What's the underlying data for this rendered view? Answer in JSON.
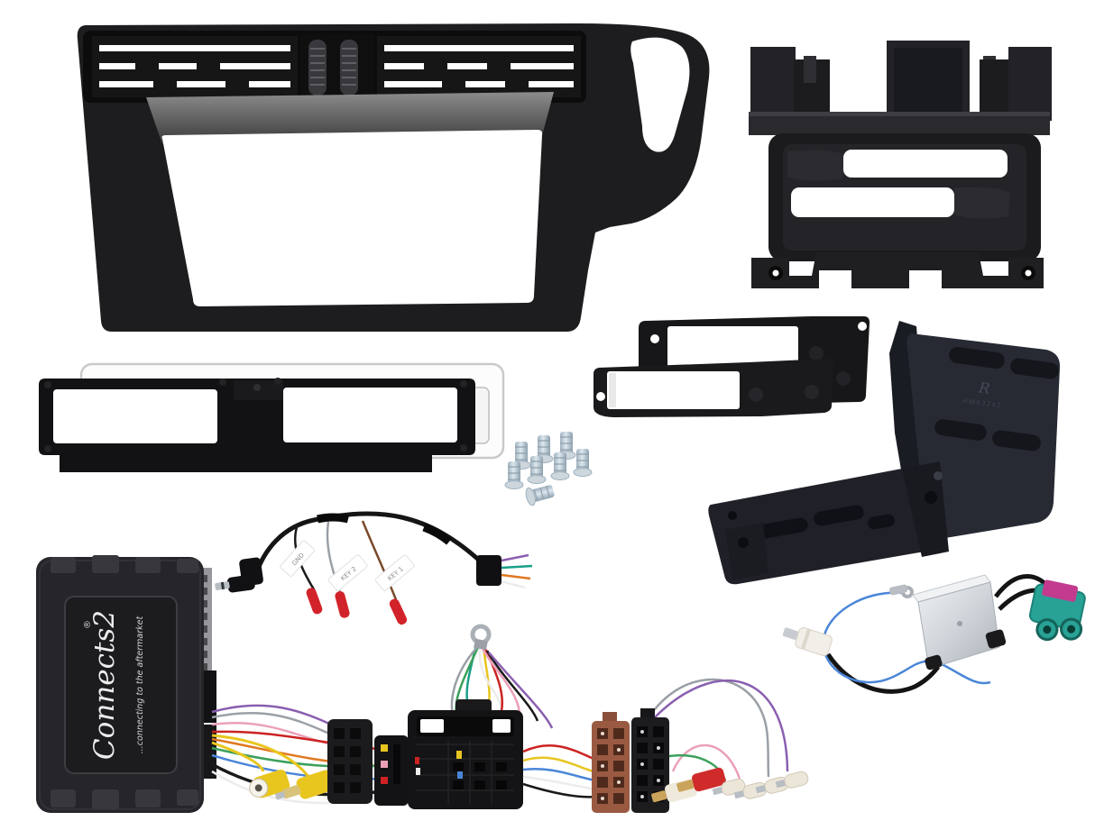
{
  "brand": {
    "logo": "Connects2",
    "reg": "®",
    "tagline": "...connecting to the aftermarket"
  },
  "labels": {
    "gnd": "GND",
    "key2": "KEY 2",
    "key1": "KEY 1",
    "bracket_side": "R",
    "bracket_code": "HW63242"
  },
  "colors": {
    "background": "#ffffff",
    "plastic_black": "#1d1d1f",
    "plastic_dark": "#0e0e10",
    "pocket_grey": "#232327",
    "bracket_steel": "#272a33",
    "bracket_steel_dark": "#191b22",
    "zinc_screw": "#c2cdd5",
    "rca_yellow": "#e9c61e",
    "rca_red": "#cf2b2b",
    "rca_white": "#efe9dc",
    "iso_brown": "#9a5a42",
    "iso_black": "#1c1c1e",
    "fakra_teal": "#28a295",
    "fakra_pink": "#c23b8e",
    "wire_blue": "#4a86d8",
    "bullet_red": "#d2232a",
    "tag_white": "#ffffff",
    "wire_grey": "#9aa0a6",
    "wire_purple": "#8a5fb0",
    "wire_pink": "#eba0b8",
    "wire_green": "#3aa05a",
    "wire_yellow": "#e8c520",
    "wire_orange": "#e07820",
    "wire_teal": "#1aa089",
    "wire_red": "#cc2222",
    "wire_black": "#1a1a1a",
    "wire_white": "#ececec",
    "silver_box": "#d9dde1",
    "logo_white": "#ececec"
  }
}
